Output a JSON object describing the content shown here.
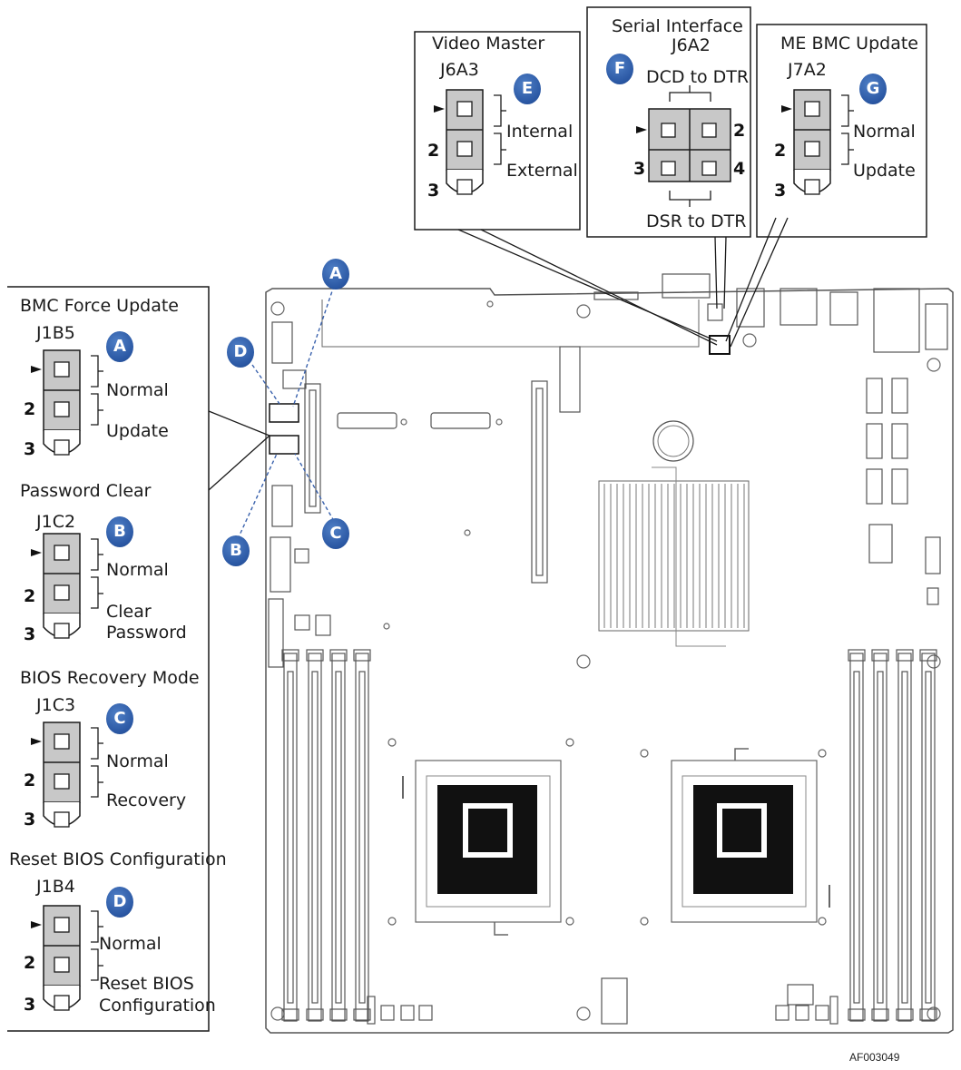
{
  "caption": "AF003049",
  "badges": {
    "a": "A",
    "b": "B",
    "c": "C",
    "d": "D",
    "e": "E",
    "f": "F",
    "g": "G"
  },
  "panels": {
    "bmc_force_update": {
      "title": "BMC Force Update",
      "connector": "J1B5",
      "pin2": "2",
      "pin3": "3",
      "label1": "Normal",
      "label2": "Update"
    },
    "password_clear": {
      "title": "Password Clear",
      "connector": "J1C2",
      "pin2": "2",
      "pin3": "3",
      "label1": "Normal",
      "label2a": "Clear",
      "label2b": "Password"
    },
    "bios_recovery": {
      "title": "BIOS Recovery Mode",
      "connector": "J1C3",
      "pin2": "2",
      "pin3": "3",
      "label1": "Normal",
      "label2": "Recovery"
    },
    "reset_bios": {
      "title": "Reset BIOS Configuration",
      "connector": "J1B4",
      "pin2": "2",
      "pin3": "3",
      "label1": "Normal",
      "label2a": "Reset BIOS",
      "label2b": "Configuration"
    },
    "video_master": {
      "title": "Video Master",
      "connector": "J6A3",
      "pin2": "2",
      "pin3": "3",
      "label1": "Internal",
      "label2": "External"
    },
    "serial_interface": {
      "title": "Serial Interface",
      "connector": "J6A2",
      "top_label": "DCD to DTR",
      "bottom_label": "DSR to DTR",
      "pin2": "2",
      "pin3": "3",
      "pin4": "4"
    },
    "me_bmc_update": {
      "title": "ME BMC Update",
      "connector": "J7A2",
      "pin2": "2",
      "pin3": "3",
      "label1": "Normal",
      "label2": "Update"
    }
  },
  "colors": {
    "badge": "#2a57a3",
    "jumper_cap": "#c8c8c8",
    "line": "#1a1a1a",
    "board_line": "#555555"
  }
}
